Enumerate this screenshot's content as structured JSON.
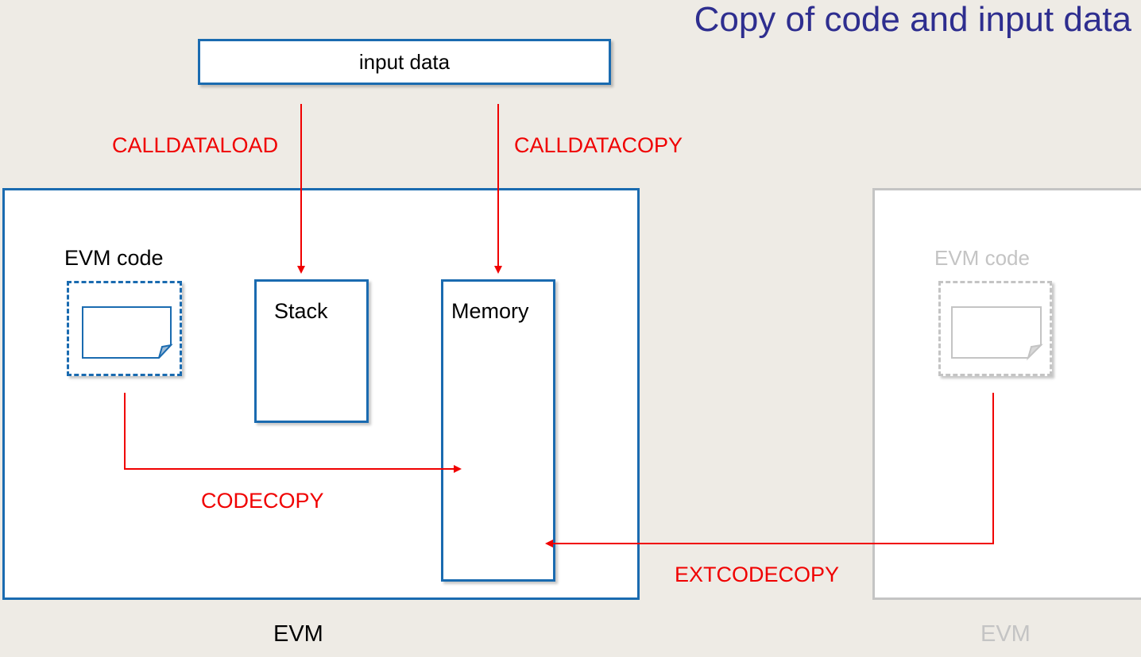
{
  "title": "Copy of code and input data",
  "input_box": {
    "label": "input data"
  },
  "evm": {
    "label": "EVM",
    "code_label": "EVM code",
    "stack_label": "Stack",
    "memory_label": "Memory"
  },
  "external_evm": {
    "label": "EVM",
    "code_label": "EVM code"
  },
  "operations": {
    "calldataload": "CALLDATALOAD",
    "calldatacopy": "CALLDATACOPY",
    "codecopy": "CODECOPY",
    "extcodecopy": "EXTCODECOPY"
  },
  "colors": {
    "background": "#EEEBE5",
    "title": "#2E2E8F",
    "box_border": "#1A6BB0",
    "faded": "#C4C4C4",
    "arrow": "#F00000"
  }
}
